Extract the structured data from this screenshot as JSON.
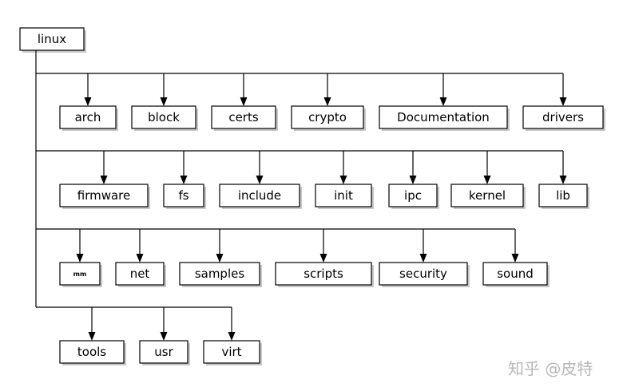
{
  "root": {
    "label": "linux"
  },
  "rows": [
    {
      "children": [
        "arch",
        "block",
        "certs",
        "crypto",
        "Documentation",
        "drivers"
      ]
    },
    {
      "children": [
        "firmware",
        "fs",
        "include",
        "init",
        "ipc",
        "kernel",
        "lib"
      ]
    },
    {
      "children": [
        "mm",
        "net",
        "samples",
        "scripts",
        "security",
        "sound"
      ]
    },
    {
      "children": [
        "tools",
        "usr",
        "virt"
      ]
    }
  ],
  "watermark": "知乎 @皮特"
}
